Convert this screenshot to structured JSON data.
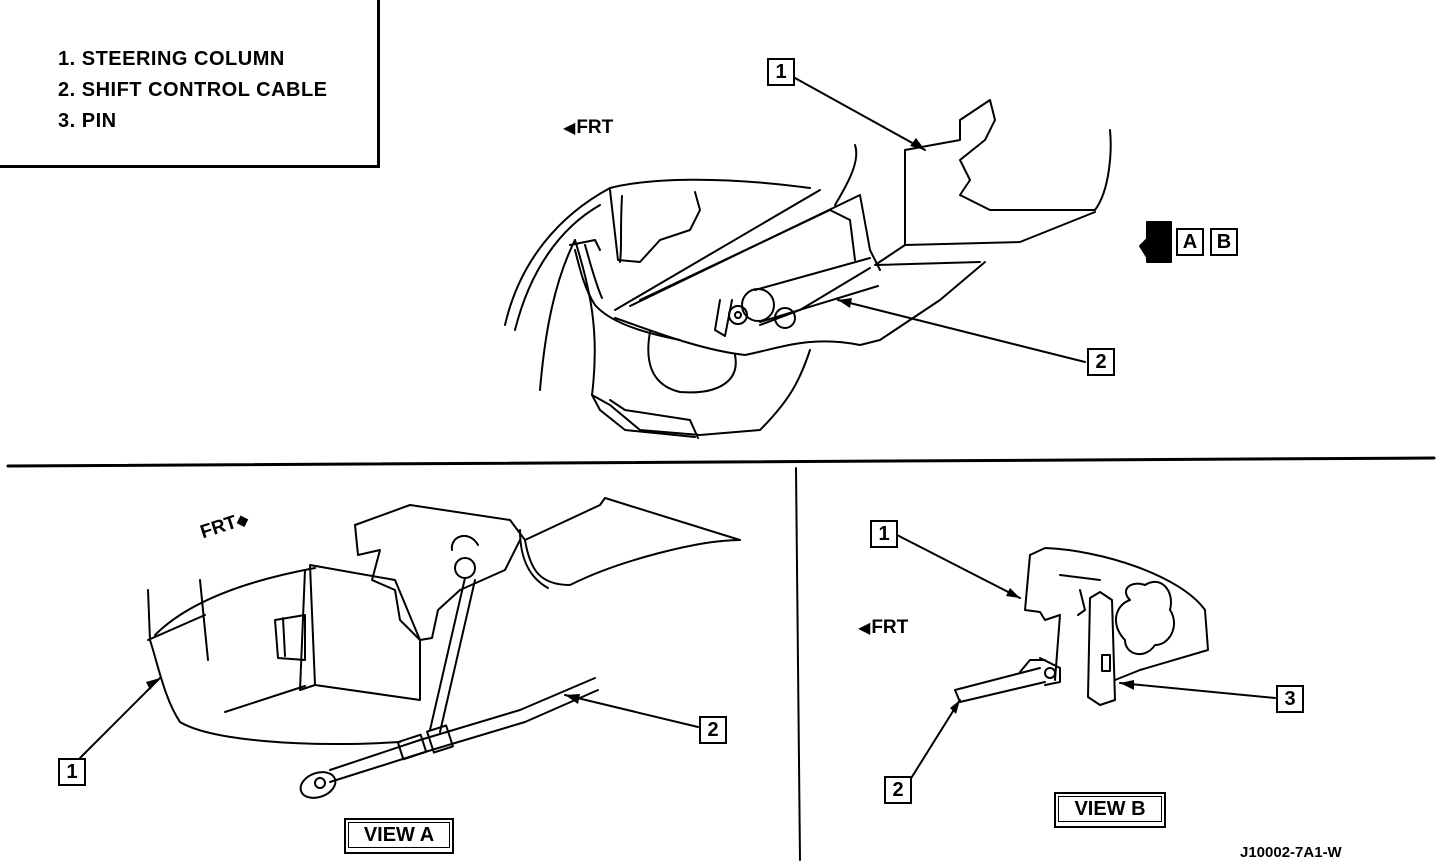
{
  "legend": {
    "items": [
      "1.  STEERING COLUMN",
      "2.  SHIFT CONTROL CABLE",
      "3.  PIN"
    ]
  },
  "callouts": {
    "main_1": "1",
    "main_2": "2",
    "view_a_1": "1",
    "view_a_2": "2",
    "view_b_1": "1",
    "view_b_2": "2",
    "view_b_3": "3"
  },
  "view_marker": {
    "a": "A",
    "b": "B"
  },
  "frt_label": "FRT",
  "view_a_label": "VIEW A",
  "view_b_label": "VIEW B",
  "figure_code": "J10002-7A1-W"
}
